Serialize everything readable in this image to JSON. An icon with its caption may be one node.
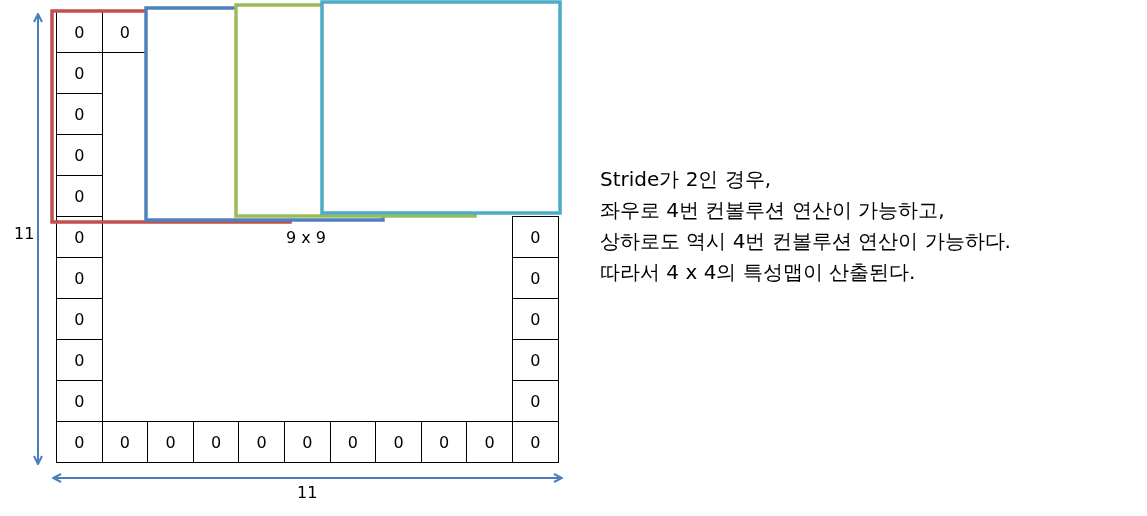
{
  "diagram": {
    "nodes": [
      {
        "text": [],
        "shape": "box"
      },
      {
        "text": [],
        "shape": "box"
      },
      {
        "text": [],
        "shape": "box"
      },
      {
        "text": [],
        "shape": "box"
      }
    ],
    "labels": [
      "0",
      "0",
      "0",
      "0",
      "0",
      "0",
      "11",
      "0",
      "9 x 9",
      "0",
      "0",
      "0",
      "0",
      "0",
      "0",
      "0",
      "0",
      "0",
      "0",
      "0",
      "0",
      "0",
      "0",
      "0",
      "0",
      "0",
      "0",
      "0",
      "0",
      "11",
      "Stride가 2인 경우,",
      "좌우로 4번 컨볼루션 연산이 가능하고,",
      "상하로도 역시 4번 컨볼루션 연산이 가능하다.",
      "따라서 4 x 4의 특성맵이 산출된다."
    ]
  }
}
